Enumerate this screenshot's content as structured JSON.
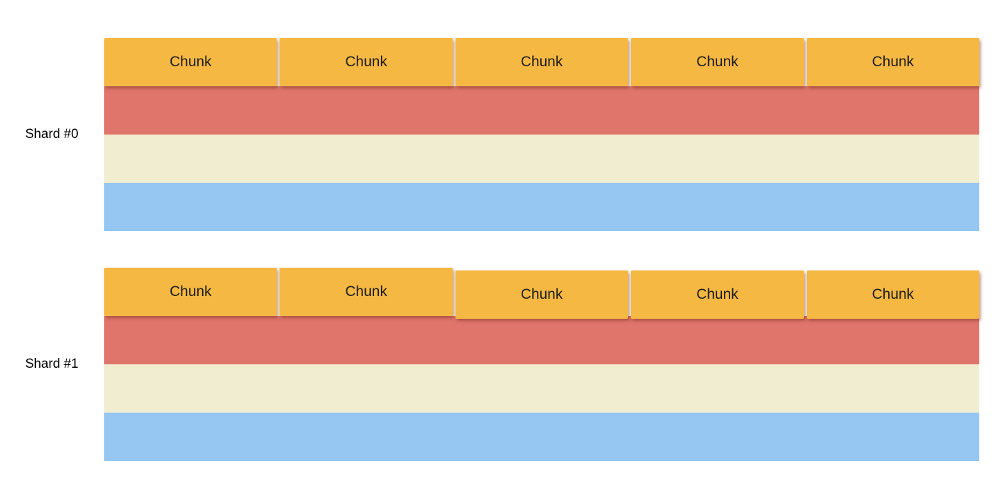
{
  "background": "#ffffff",
  "colors": {
    "background": "#ffffff",
    "chunk": "#F5B843",
    "chunk_text": "#1b1b1b",
    "label_text": "#000000",
    "band_red": "#E0756C",
    "band_cream": "#F0EDD1",
    "band_blue": "#96C6F2"
  },
  "shards": [
    {
      "label": "Shard #0",
      "chunks": [
        "Chunk",
        "Chunk",
        "Chunk",
        "Chunk",
        "Chunk"
      ],
      "bands": [
        "red",
        "cream",
        "blue"
      ]
    },
    {
      "label": "Shard #1",
      "chunks": [
        "Chunk",
        "Chunk",
        "Chunk",
        "Chunk",
        "Chunk"
      ],
      "bands": [
        "red",
        "cream",
        "blue"
      ]
    }
  ]
}
